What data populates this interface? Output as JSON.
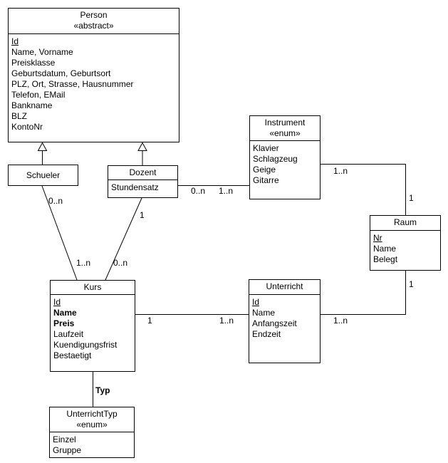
{
  "diagram": {
    "type": "uml-class-diagram",
    "background_color": "#ffffff",
    "stroke_color": "#000000",
    "text_color": "#000000"
  },
  "classes": {
    "person": {
      "name": "Person",
      "stereotype": "«abstract»",
      "attributes": [
        {
          "text": "Id",
          "emphasis": "underline"
        },
        {
          "text": "Name, Vorname",
          "emphasis": "none"
        },
        {
          "text": "Preisklasse",
          "emphasis": "none"
        },
        {
          "text": "Geburtsdatum, Geburtsort",
          "emphasis": "none"
        },
        {
          "text": "PLZ, Ort, Strasse, Hausnummer",
          "emphasis": "none"
        },
        {
          "text": "Telefon, EMail",
          "emphasis": "none"
        },
        {
          "text": "Bankname",
          "emphasis": "none"
        },
        {
          "text": "BLZ",
          "emphasis": "none"
        },
        {
          "text": "KontoNr",
          "emphasis": "none"
        }
      ]
    },
    "schueler": {
      "name": "Schueler",
      "attributes": []
    },
    "dozent": {
      "name": "Dozent",
      "attributes": [
        {
          "text": "Stundensatz",
          "emphasis": "none"
        }
      ]
    },
    "instrument": {
      "name": "Instrument",
      "stereotype": "«enum»",
      "attributes": [
        {
          "text": "Klavier",
          "emphasis": "none"
        },
        {
          "text": "Schlagzeug",
          "emphasis": "none"
        },
        {
          "text": "Geige",
          "emphasis": "none"
        },
        {
          "text": "Gitarre",
          "emphasis": "none"
        }
      ]
    },
    "raum": {
      "name": "Raum",
      "attributes": [
        {
          "text": "Nr",
          "emphasis": "underline"
        },
        {
          "text": "Name",
          "emphasis": "none"
        },
        {
          "text": "Belegt",
          "emphasis": "none"
        }
      ]
    },
    "kurs": {
      "name": "Kurs",
      "attributes": [
        {
          "text": "Id",
          "emphasis": "underline"
        },
        {
          "text": "Name",
          "emphasis": "bold"
        },
        {
          "text": "Preis",
          "emphasis": "bold"
        },
        {
          "text": "Laufzeit",
          "emphasis": "none"
        },
        {
          "text": "Kuendigungsfrist",
          "emphasis": "none"
        },
        {
          "text": "Bestaetigt",
          "emphasis": "none"
        }
      ]
    },
    "unterricht": {
      "name": "Unterricht",
      "attributes": [
        {
          "text": "Id",
          "emphasis": "underline"
        },
        {
          "text": "Name",
          "emphasis": "none"
        },
        {
          "text": "Anfangszeit",
          "emphasis": "none"
        },
        {
          "text": "Endzeit",
          "emphasis": "none"
        }
      ]
    },
    "unterrichttyp": {
      "name": "UnterrichtTyp",
      "stereotype": "«enum»",
      "attributes": [
        {
          "text": "Einzel",
          "emphasis": "none"
        },
        {
          "text": "Gruppe",
          "emphasis": "none"
        }
      ]
    }
  },
  "edges": {
    "schueler_person": {
      "type": "generalization"
    },
    "dozent_person": {
      "type": "generalization"
    },
    "schueler_kurs": {
      "type": "association",
      "source_label": "0..n",
      "target_label": "1..n"
    },
    "dozent_kurs": {
      "type": "association",
      "source_label": "1",
      "target_label": "0..n"
    },
    "dozent_instrument": {
      "type": "association",
      "source_label": "0..n",
      "target_label": "1..n"
    },
    "instrument_raum": {
      "type": "association",
      "source_label": "1..n",
      "target_label": "1"
    },
    "kurs_unterricht": {
      "type": "association",
      "source_label": "1",
      "target_label": "1..n"
    },
    "unterricht_raum": {
      "type": "association",
      "source_label": "1..n",
      "target_label": "1"
    },
    "kurs_unterrichttyp": {
      "type": "association",
      "name_label": "Typ"
    }
  }
}
